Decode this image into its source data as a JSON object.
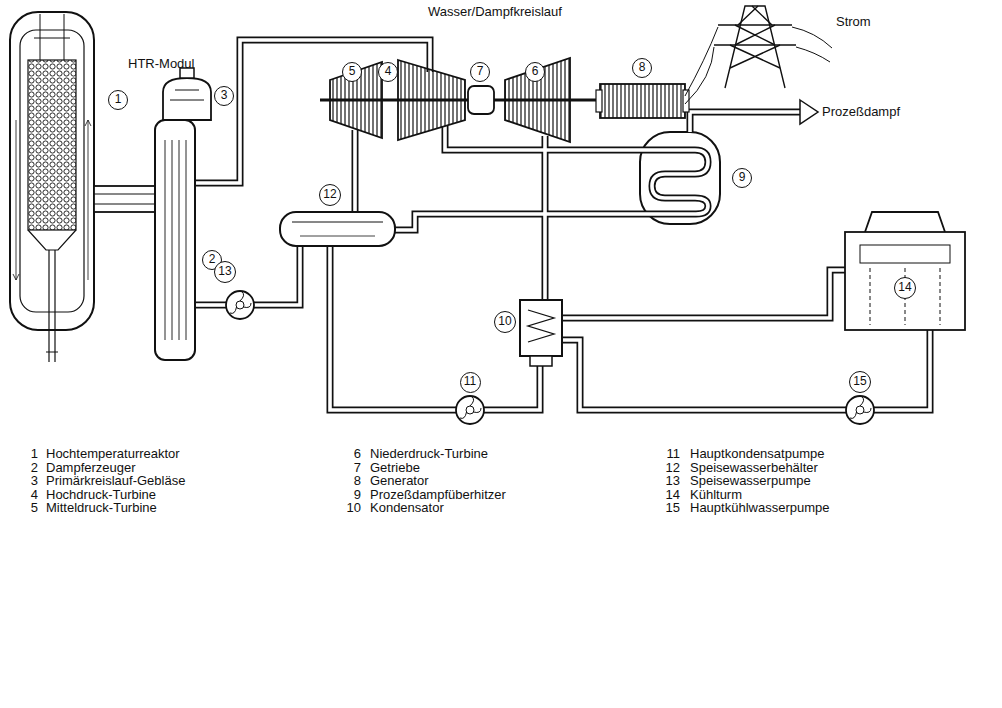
{
  "diagram": {
    "title": "Wasser/Dampfkreislauf",
    "nodes": [
      {
        "text": [
          "1"
        ]
      },
      {
        "text": [
          "2"
        ]
      },
      {
        "text": [
          "3"
        ]
      },
      {
        "text": [
          "4"
        ]
      },
      {
        "text": [
          "5"
        ]
      },
      {
        "text": [
          "6"
        ]
      },
      {
        "text": [
          "7"
        ]
      },
      {
        "text": [
          "8"
        ]
      },
      {
        "text": [
          "9"
        ]
      },
      {
        "text": [
          "10"
        ]
      },
      {
        "text": [
          "11"
        ]
      },
      {
        "text": [
          "12"
        ]
      },
      {
        "text": [
          "13"
        ]
      },
      {
        "text": [
          "14"
        ]
      },
      {
        "text": [
          "15"
        ]
      }
    ],
    "labels": [
      "HTR-Modul",
      "Strom",
      "Prozeßdampf",
      "1",
      "Hochtemperaturreaktor",
      "2",
      "Dampferzeuger",
      "3",
      "Primärkreislauf-Gebläse",
      "4",
      "Hochdruck-Turbine",
      "5",
      "Mitteldruck-Turbine",
      "6",
      "Niederdruck-Turbine",
      "7",
      "Getriebe",
      "8",
      "Generator",
      "9",
      "Prozeßdampfüberhitzer",
      "10",
      "Kondensator",
      "11",
      "Hauptkondensatpumpe",
      "12",
      "Speisewasserbehälter",
      "13",
      "Speisewasserpumpe",
      "14",
      "Kühlturm",
      "15",
      "Hauptkühlwasserpumpe"
    ]
  }
}
